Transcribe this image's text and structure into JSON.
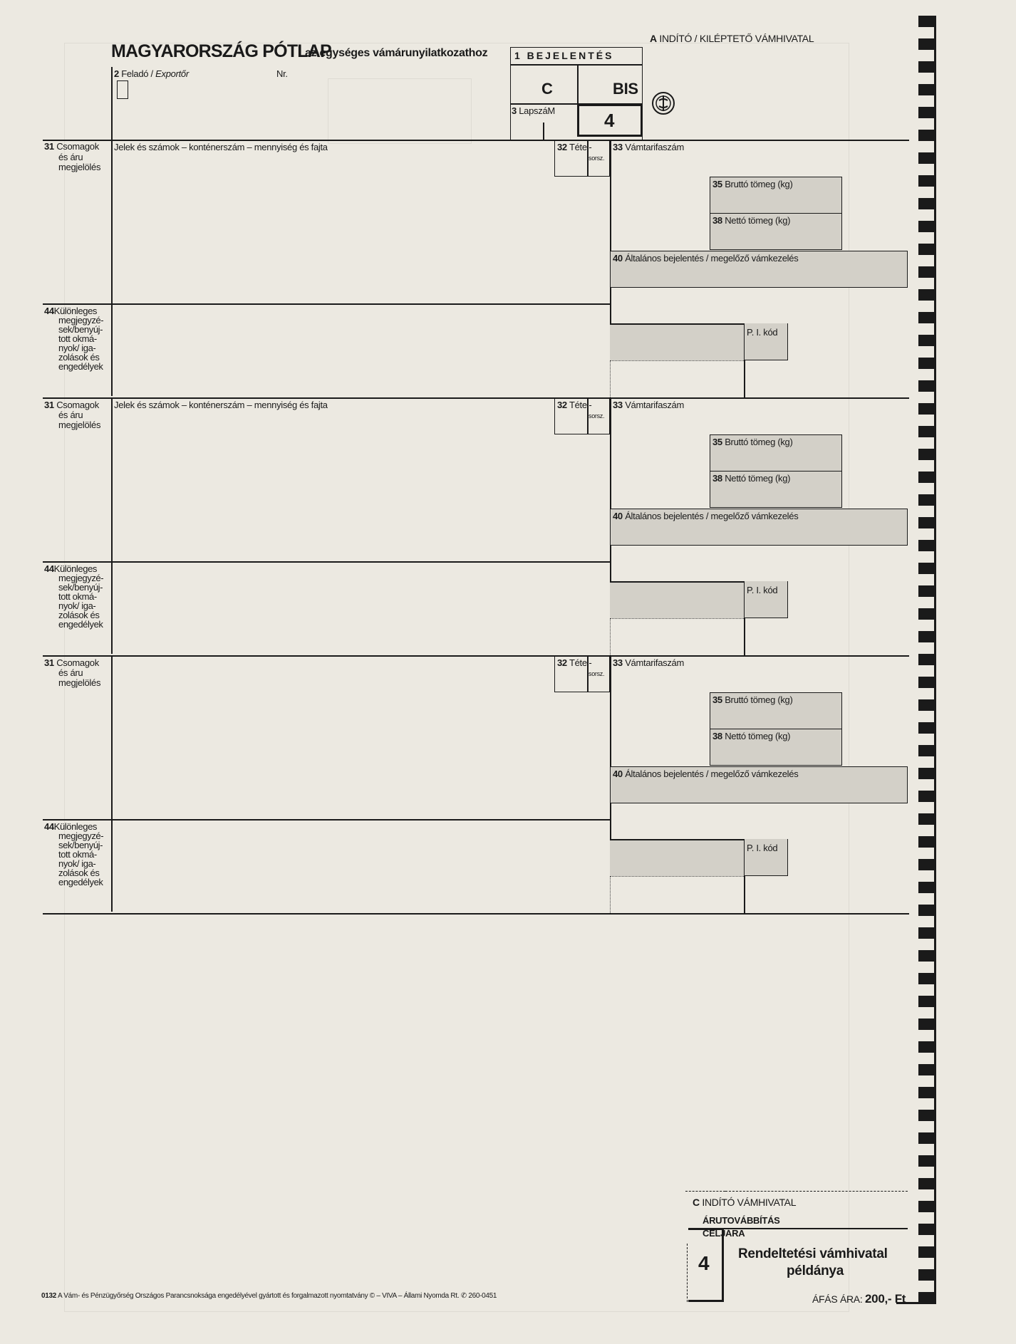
{
  "header": {
    "title": "MAGYARORSZÁG PÓTLAP",
    "subtitle": "az egységes vámárunyilatkozathoz",
    "box_a_num": "A",
    "box_a_label": "INDÍTÓ / KILÉPTETŐ VÁMHIVATAL",
    "box1_label": "1 BEJELENTÉS",
    "box1_c": "C",
    "box1_bis": "BIS",
    "box3_num": "3",
    "box3_label": "LapszáM",
    "sheet_number": "4",
    "box2_num": "2",
    "box2_label": "Feladó /",
    "box2_label_italic": "Exportőr",
    "box2_nr": "Nr."
  },
  "items": [
    {
      "f31_num": "31",
      "f31_label": [
        "Csomagok",
        "és áru",
        "megjelölés"
      ],
      "f31_desc": "Jelek és számok – konténerszám – mennyiség és fajta",
      "f32_num": "32",
      "f32_label": "Tétel-",
      "f32_sub": "sorsz.",
      "f33_num": "33",
      "f33_label": "Vámtarifaszám",
      "f35_num": "35",
      "f35_label": "Bruttó tömeg (kg)",
      "f38_num": "38",
      "f38_label": "Nettó tömeg (kg)",
      "f40_num": "40",
      "f40_label": "Általános bejelentés / megelőző vámkezelés",
      "f44_num": "44",
      "f44_label": [
        "Különleges",
        "megjegyzé-",
        "sek/benyúj-",
        "tott okmá-",
        "nyok/ iga-",
        "zolások és",
        "engedélyek"
      ],
      "pi_label": "P. I. kód"
    },
    {
      "f31_num": "31",
      "f31_label": [
        "Csomagok",
        "és áru",
        "megjelölés"
      ],
      "f31_desc": "Jelek és számok – konténerszám – mennyiség és fajta",
      "f32_num": "32",
      "f32_label": "Tétel-",
      "f32_sub": "sorsz.",
      "f33_num": "33",
      "f33_label": "Vámtarifaszám",
      "f35_num": "35",
      "f35_label": "Bruttó tömeg (kg)",
      "f38_num": "38",
      "f38_label": "Nettó tömeg (kg)",
      "f40_num": "40",
      "f40_label": "Általános bejelentés / megelőző vámkezelés",
      "f44_num": "44",
      "f44_label": [
        "Különleges",
        "megjegyzé-",
        "sek/benyúj-",
        "tott okmá-",
        "nyok/ iga-",
        "zolások és",
        "engedélyek"
      ],
      "pi_label": "P. I. kód"
    },
    {
      "f31_num": "31",
      "f31_label": [
        "Csomagok",
        "és áru",
        "megjelölés"
      ],
      "f31_desc": "",
      "f32_num": "32",
      "f32_label": "Tétel-",
      "f32_sub": "sorsz.",
      "f33_num": "33",
      "f33_label": "Vámtarifaszám",
      "f35_num": "35",
      "f35_label": "Bruttó tömeg (kg)",
      "f38_num": "38",
      "f38_label": "Nettó tömeg (kg)",
      "f40_num": "40",
      "f40_label": "Általános bejelentés / megelőző vámkezelés",
      "f44_num": "44",
      "f44_label": [
        "Különleges",
        "megjegyzé-",
        "sek/benyúj-",
        "tott okmá-",
        "nyok/ iga-",
        "zolások és",
        "engedélyek"
      ],
      "pi_label": "P. I. kód"
    }
  ],
  "footer": {
    "copy_number": "4",
    "copy_title_1": "Rendeltetési vámhivatal",
    "copy_title_2": "példánya",
    "box_c_num": "C",
    "box_c_label": "INDÍTÓ VÁMHIVATAL",
    "transit_1": "ÁRUTOVÁBBÍTÁS",
    "transit_2": "CÉLJÁRA",
    "form_code": "0132",
    "imprint": "A Vám- és Pénzügyőrség Országos Parancsnoksága engedélyével gyártott és forgalmazott nyomtatvány © – VIVA – Állami Nyomda Rt. ✆ 260-0451",
    "price_label": "ÁFÁS ÁRA:",
    "price_value": "200,- Ft"
  }
}
